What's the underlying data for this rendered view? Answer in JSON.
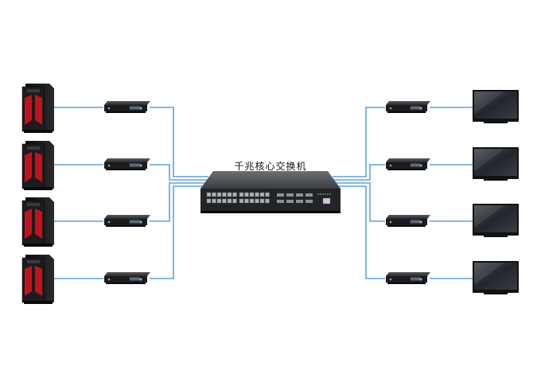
{
  "switch": {
    "label": "千兆核心交换机",
    "icon": "network-switch"
  },
  "left_nodes": [
    {
      "device": "tower-pc",
      "codec": "encoder-box"
    },
    {
      "device": "tower-pc",
      "codec": "encoder-box"
    },
    {
      "device": "tower-pc",
      "codec": "encoder-box"
    },
    {
      "device": "tower-pc",
      "codec": "encoder-box"
    }
  ],
  "right_nodes": [
    {
      "device": "monitor-display",
      "codec": "decoder-box"
    },
    {
      "device": "monitor-display",
      "codec": "decoder-box"
    },
    {
      "device": "monitor-display",
      "codec": "decoder-box"
    },
    {
      "device": "monitor-display",
      "codec": "decoder-box"
    }
  ],
  "colors": {
    "link": "#3d8fd6",
    "device_dark": "#1c1c1e",
    "pc_accent": "#c2121a",
    "screen": "#2a2d33"
  }
}
